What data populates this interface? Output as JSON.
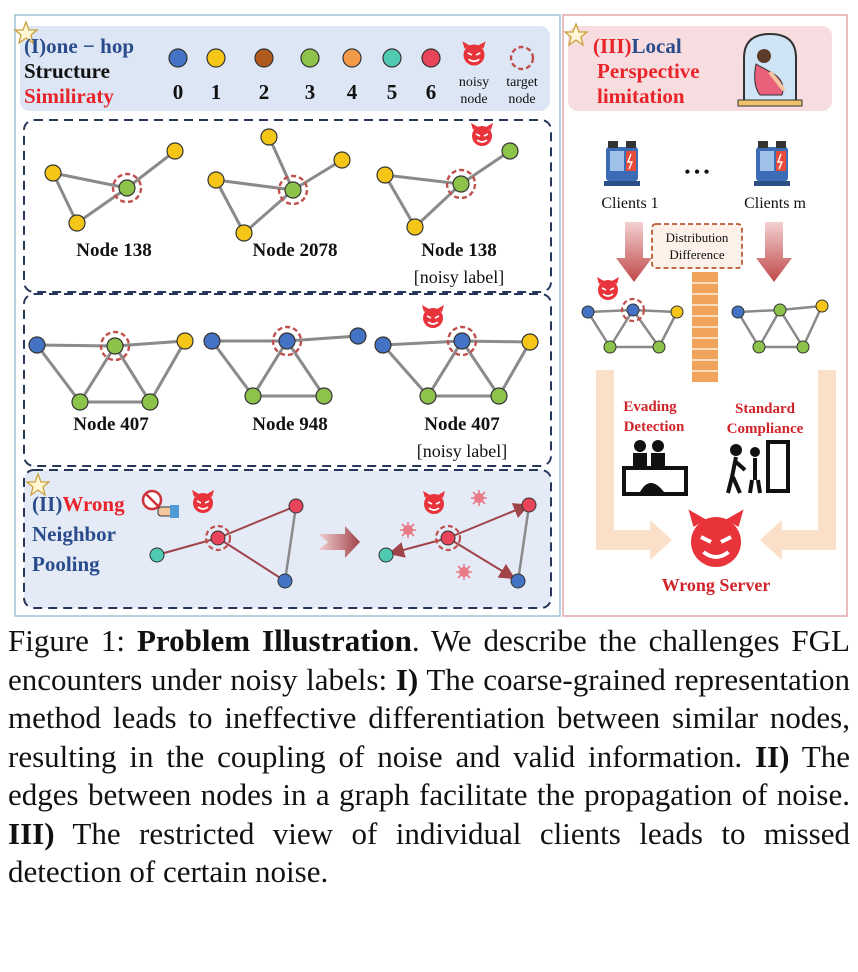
{
  "panel1": {
    "title_num": "(I)",
    "title_a": "one − hop",
    "title_b": "Structure",
    "title_c": "Similiraty",
    "legend": [
      {
        "label": "0",
        "color": "#4472c4"
      },
      {
        "label": "1",
        "color": "#f5c518"
      },
      {
        "label": "2",
        "color": "#b15a1f"
      },
      {
        "label": "3",
        "color": "#8dc34a"
      },
      {
        "label": "4",
        "color": "#f29a4a"
      },
      {
        "label": "5",
        "color": "#4fc9b0"
      },
      {
        "label": "6",
        "color": "#e8455a"
      }
    ],
    "noisy_line1": "noisy",
    "noisy_line2": "node",
    "target_line1": "target",
    "target_line2": "node",
    "graphs": [
      {
        "name": "Node 138",
        "sub": ""
      },
      {
        "name": "Node 2078",
        "sub": ""
      },
      {
        "name": "Node 138",
        "sub": "[noisy label]"
      },
      {
        "name": "Node 407",
        "sub": ""
      },
      {
        "name": "Node 948",
        "sub": ""
      },
      {
        "name": "Node 407",
        "sub": "[noisy label]"
      }
    ]
  },
  "panel2": {
    "title_num": "(II)",
    "title_a": "Wrong",
    "title_b": "Neighbor",
    "title_c": "Pooling"
  },
  "panel3": {
    "title_num": "(III)",
    "title_a": "Local",
    "title_b": "Perspective",
    "title_c": "limitation",
    "client1": "Clients 1",
    "ellipsis": "• • •",
    "clientm": "Clients m",
    "dist1": "Distribution",
    "dist2": "Difference",
    "evade1": "Evading",
    "evade2": "Detection",
    "std1": "Standard",
    "std2": "Compliance",
    "server": "Wrong Server"
  },
  "caption": {
    "fig": "Figure 1:",
    "title": "Problem Illustration",
    "intro": ". We describe the challenges FGL encounters under noisy labels: ",
    "m1": "I)",
    "t1": " The coarse-grained representation method leads to ineffective differentiation between similar nodes, resulting in the coupling of noise and valid information. ",
    "m2": "II)",
    "t2": " The edges between nodes in a graph facilitate the propagation of noise. ",
    "m3": "III)",
    "t3": " The restricted view of individual clients leads to missed detection of certain noise."
  }
}
